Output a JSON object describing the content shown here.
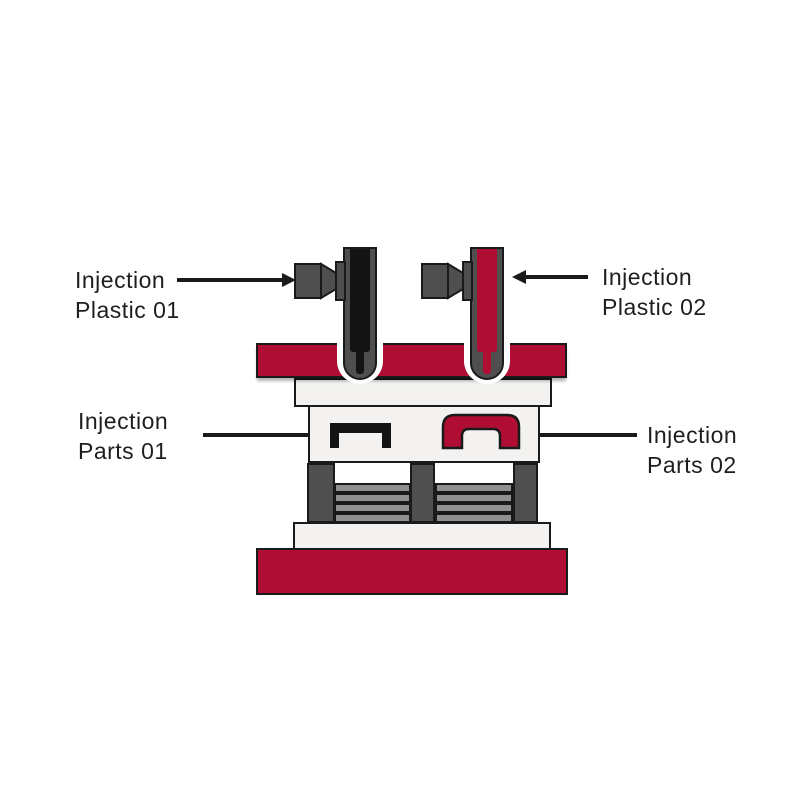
{
  "labels": {
    "plastic_01": {
      "line1": "Injection",
      "line2": "Plastic 01"
    },
    "plastic_02": {
      "line1": "Injection",
      "line2": "Plastic 02"
    },
    "parts_01": {
      "line1": "Injection",
      "line2": "Parts 01"
    },
    "parts_02": {
      "line1": "Injection",
      "line2": "Parts 02"
    }
  },
  "colors": {
    "crimson": "#AF0D33",
    "machine_gray": "#4F4F4F",
    "core_black": "#141414",
    "plate_light": "#F3F2F0",
    "bar_gray": "#909090",
    "outline": "#1A1A1A",
    "text": "#1E1E1E",
    "background": "#FFFFFF"
  }
}
